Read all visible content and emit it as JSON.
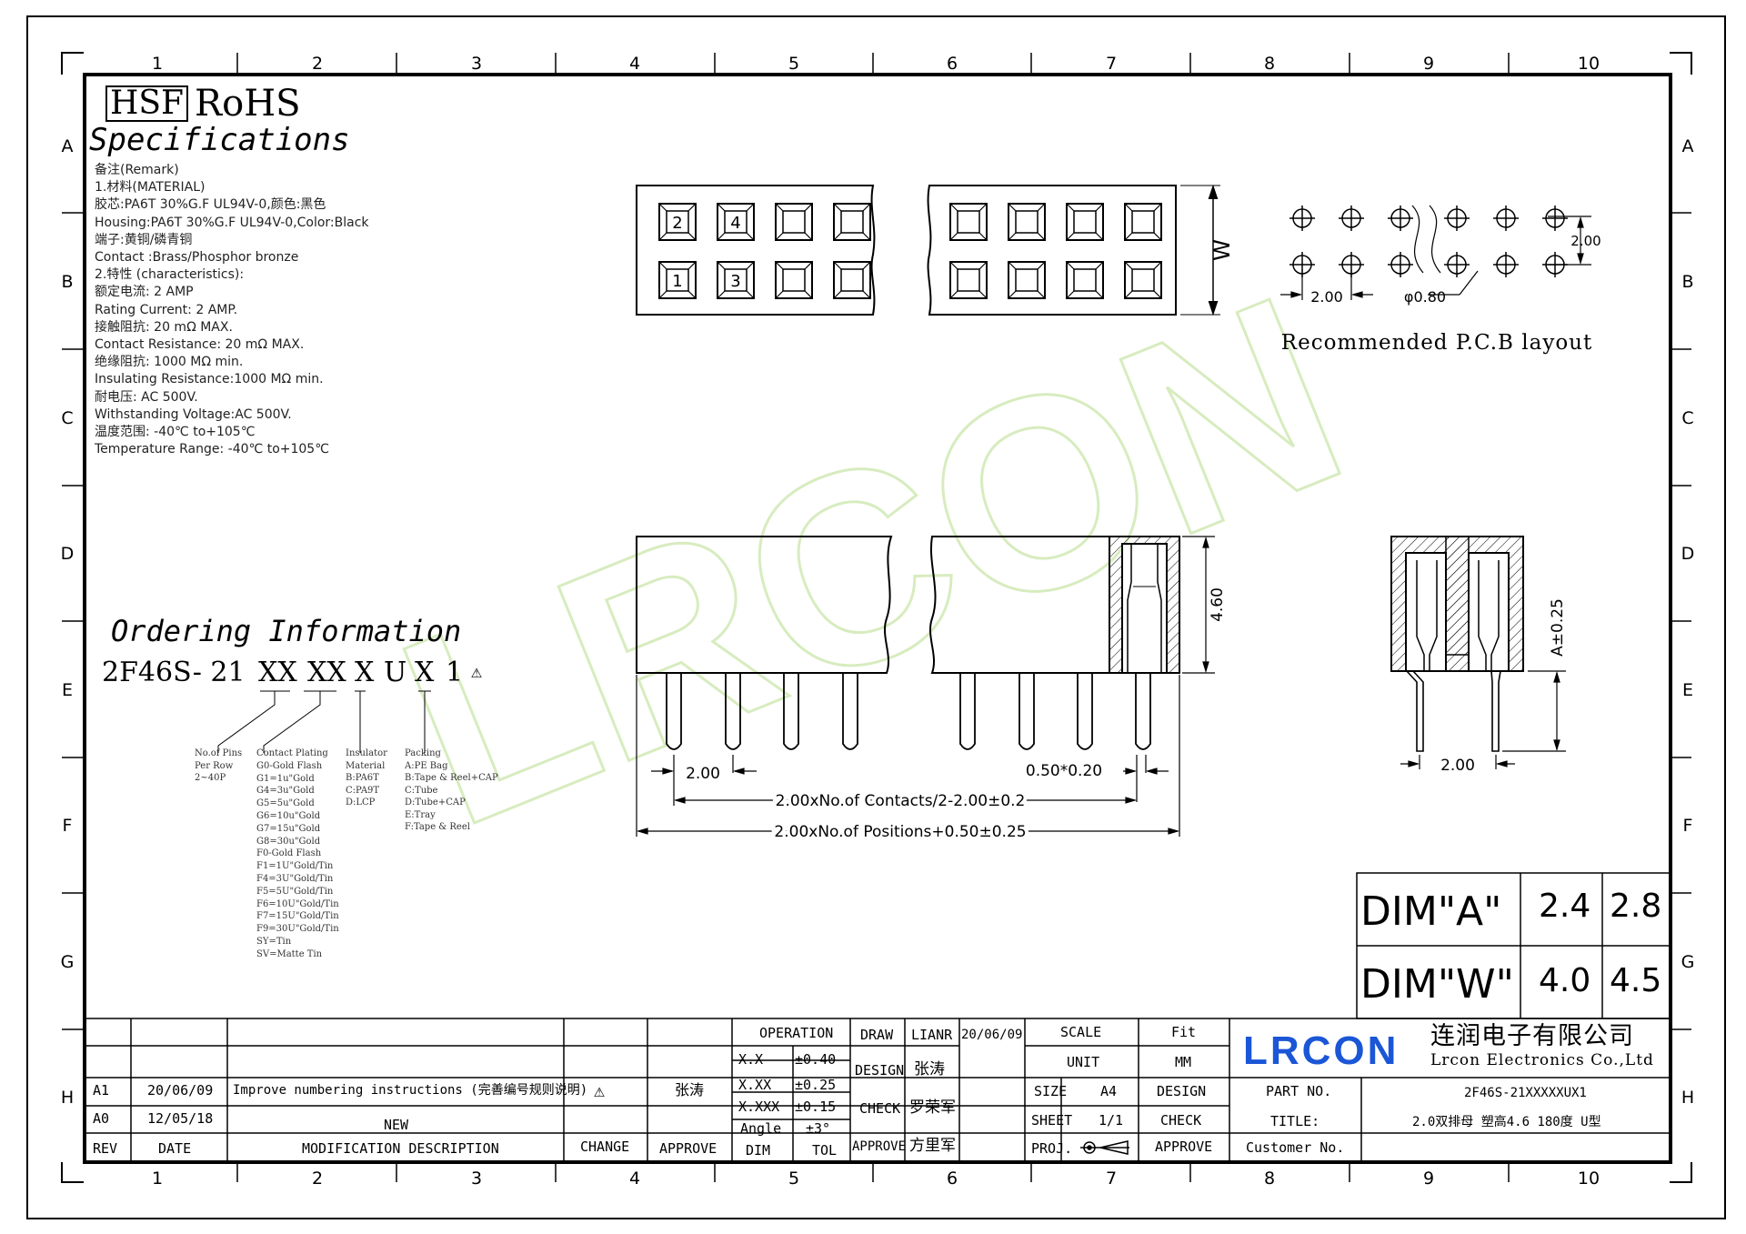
{
  "grid": {
    "cols": [
      "1",
      "2",
      "3",
      "4",
      "5",
      "6",
      "7",
      "8",
      "9",
      "10"
    ],
    "rows": [
      "A",
      "B",
      "C",
      "D",
      "E",
      "F",
      "G",
      "H"
    ]
  },
  "header": {
    "hsf": "HSF",
    "rohs": "RoHS",
    "specifications": "Specifications"
  },
  "remarks": [
    "备注(Remark)",
    "1.材料(MATERIAL)",
    "胶芯:PA6T 30%G.F UL94V-0,颜色:黑色",
    "Housing:PA6T 30%G.F UL94V-0,Color:Black",
    "端子:黄铜/磷青铜",
    "Contact :Brass/Phosphor bronze",
    "2.特性 (characteristics):",
    "额定电流: 2 AMP",
    "Rating Current: 2 AMP.",
    "接触阻抗: 20 mΩ MAX.",
    "Contact Resistance: 20 mΩ MAX.",
    "绝缘阻抗: 1000 MΩ min.",
    "Insulating Resistance:1000 MΩ min.",
    "耐电压: AC 500V.",
    "Withstanding Voltage:AC 500V.",
    "温度范围: -40℃ to+105℃",
    "Temperature Range: -40℃ to+105℃"
  ],
  "ordering": {
    "title": "Ordering Information",
    "code_parts": [
      "2F46S- 21",
      "XX",
      "XX",
      "X",
      "U",
      "X",
      "1"
    ],
    "legend": {
      "pins": [
        "No.of Pins",
        "Per Row",
        "2~40P"
      ],
      "plating": [
        "Contact Plating",
        "G0-Gold Flash",
        "G1=1u\"Gold",
        "G4=3u\"Gold",
        "G5=5u\"Gold",
        "G6=10u\"Gold",
        "G7=15u\"Gold",
        "G8=30u\"Gold",
        "F0-Gold Flash",
        "F1=1U\"Gold/Tin",
        "F4=3U\"Gold/Tin",
        "F5=5U\"Gold/Tin",
        "F6=10U\"Gold/Tin",
        "F7=15U\"Gold/Tin",
        "F9=30U\"Gold/Tin",
        "SY=Tin",
        "SV=Matte Tin"
      ],
      "insulator": [
        "Insulator",
        "Material",
        "B:PA6T",
        "C:PA9T",
        "D:LCP"
      ],
      "packing": [
        "Packing",
        "A:PE Bag",
        "B:Tape & Reel+CAP",
        "C:Tube",
        "D:Tube+CAP",
        "E:Tray",
        "F:Tape & Reel"
      ]
    }
  },
  "top_view": {
    "pin_labels": [
      "2",
      "4",
      "1",
      "3"
    ],
    "dim_w": "W"
  },
  "pcb": {
    "dim_pitch_x": "2.00",
    "dim_pitch_y": "2.00",
    "dim_hole": "φ0.80",
    "caption": "Recommended P.C.B layout"
  },
  "side_view": {
    "dim_height": "4.60",
    "dim_pitch": "2.00",
    "dim_offset": "0.50*0.20",
    "dim_contacts": "2.00xNo.of Contacts/2-2.00±0.2",
    "dim_positions": "2.00xNo.of Positions+0.50±0.25"
  },
  "end_view": {
    "dim_a": "A±0.25",
    "dim_pitch": "2.00"
  },
  "dim_table": [
    {
      "label": "DIM\"A\"",
      "v1": "2.4",
      "v2": "2.8"
    },
    {
      "label": "DIM\"W\"",
      "v1": "4.0",
      "v2": "4.5"
    }
  ],
  "watermark": "LRCON",
  "title_block": {
    "revisions": [
      {
        "rev": "A1",
        "date": "20/06/09",
        "desc": "Improve numbering instructions (完善编号规则说明)",
        "change": "⚠",
        "approve": "张涛"
      },
      {
        "rev": "A0",
        "date": "12/05/18",
        "desc": "NEW",
        "change": "",
        "approve": ""
      }
    ],
    "rev_headers": {
      "rev": "REV",
      "date": "DATE",
      "desc": "MODIFICATION DESCRIPTION",
      "change": "CHANGE",
      "approve": "APPROVE"
    },
    "tolerance": {
      "header": "OPERATION",
      "rows": [
        [
          "X.X",
          "±0.40"
        ],
        [
          "X.XX",
          "±0.25"
        ],
        [
          "X.XXX",
          "±0.15"
        ],
        [
          "Angle",
          "±3°"
        ]
      ],
      "foot": [
        "DIM",
        "TOL"
      ]
    },
    "signoff": [
      [
        "DRAW",
        "LIANR",
        "20/06/09"
      ],
      [
        "DESIGN",
        "张涛",
        ""
      ],
      [
        "CHECK",
        "罗荣军",
        ""
      ],
      [
        "APPROVE",
        "方里军",
        ""
      ]
    ],
    "scale_label": "SCALE",
    "scale_value": "Fit",
    "unit_label": "UNIT",
    "unit_value": "MM",
    "size_label": "SIZE",
    "size_value": "A4",
    "design_label": "DESIGN",
    "sheet_label": "SHEET",
    "sheet_value": "1/1",
    "check_label": "CHECK",
    "proj_label": "PROJ.",
    "approve_label": "APPROVE",
    "logo": "LRCON",
    "company_cn": "连润电子有限公司",
    "company_en": "Lrcon Electronics Co.,Ltd",
    "part_no_label": "PART NO.",
    "part_no": "2F46S-21XXXXXUX1",
    "title_label": "TITLE:",
    "title": "2.0双排母 塑高4.6 180度 U型",
    "customer_label": "Customer No.",
    "customer_no": ""
  },
  "colors": {
    "ink": "#000000",
    "logo_blue": "#1a56d6",
    "watermark_green": "#dff0c9"
  }
}
